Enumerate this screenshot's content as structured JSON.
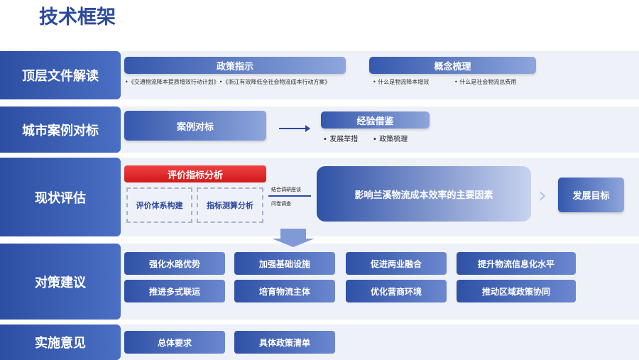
{
  "title": "技术框架",
  "rows": [
    {
      "label": "顶层文件解读"
    },
    {
      "label": "城市案例对标"
    },
    {
      "label": "现状评估"
    },
    {
      "label": "对策建议"
    },
    {
      "label": "实施意见"
    }
  ],
  "row1": {
    "policy": "政策指示",
    "policy_items": "•《交通物流降本提质增效行动计划》•《浙江有效降低全社会物流成本行动方案》",
    "concept": "概念梳理",
    "concept_items": [
      "什么是物流降本增效",
      "什么是社会物流总费用"
    ]
  },
  "row2": {
    "case": "案例对标",
    "experience": "经验借鉴",
    "items": [
      "发展举措",
      "政策梳理"
    ]
  },
  "row3": {
    "eval": "评价指标分析",
    "sub": [
      "评价体系构建",
      "指标测算分析"
    ],
    "method1": "结合调研座谈",
    "method2": "问卷调查",
    "factors": "影响兰溪物流成本效率的主要因素",
    "goal": "发展目标"
  },
  "row4": {
    "items": [
      "强化水路优势",
      "加强基础设施",
      "促进两业融合",
      "提升物流信息化水平",
      "推进多式联运",
      "培育物流主体",
      "优化营商环境",
      "推动区域政策协同"
    ]
  },
  "row5": {
    "items": [
      "总体要求",
      "具体政策清单"
    ]
  }
}
